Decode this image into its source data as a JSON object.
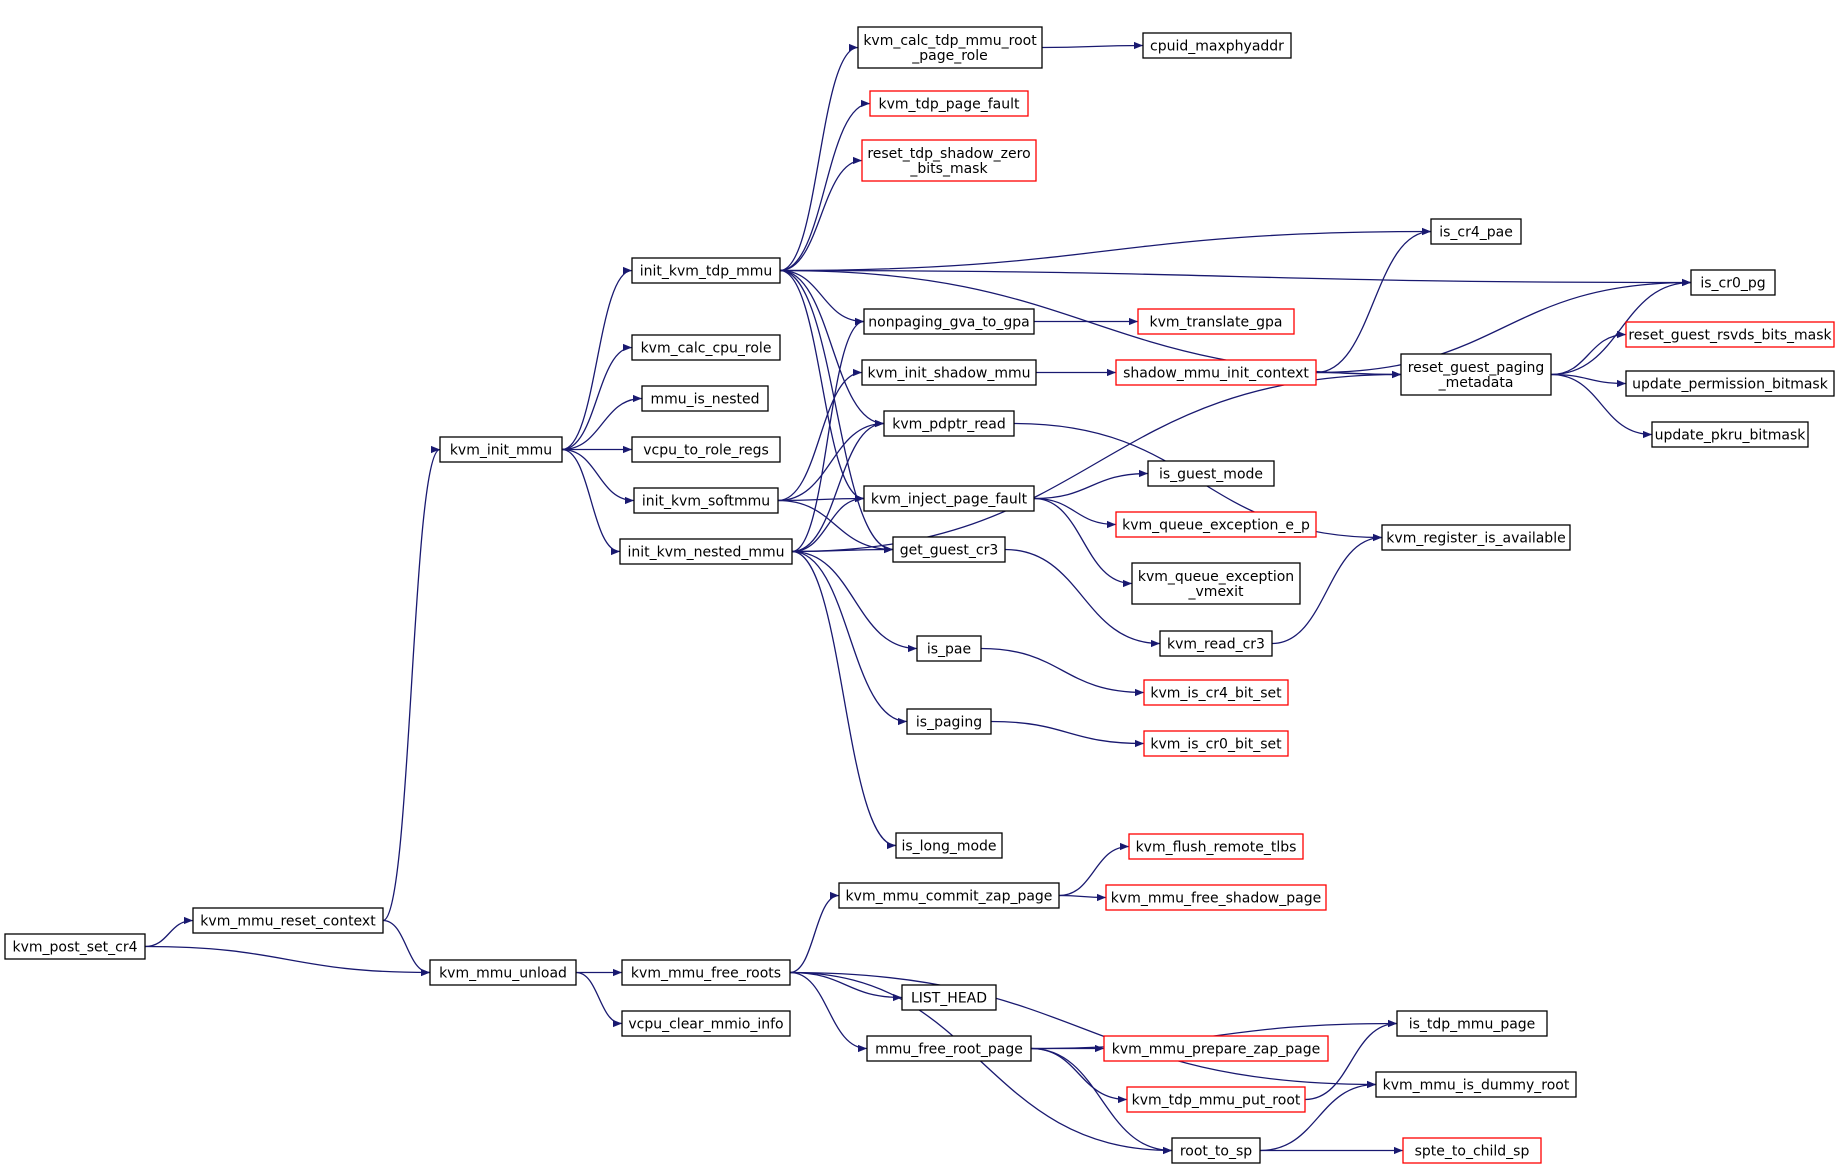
{
  "colors": {
    "edge": "#191970",
    "node_border": "#000000",
    "node_truncated_border": "#ff0000",
    "root_fill": "#bfbfbf",
    "background": "#ffffff"
  },
  "nodes": [
    {
      "id": "kvm_post_set_cr4",
      "lines": [
        "kvm_post_set_cr4"
      ],
      "style": "root"
    },
    {
      "id": "kvm_mmu_reset_context",
      "lines": [
        "kvm_mmu_reset_context"
      ],
      "style": "normal"
    },
    {
      "id": "kvm_init_mmu",
      "lines": [
        "kvm_init_mmu"
      ],
      "style": "normal"
    },
    {
      "id": "kvm_mmu_unload",
      "lines": [
        "kvm_mmu_unload"
      ],
      "style": "normal"
    },
    {
      "id": "init_kvm_tdp_mmu",
      "lines": [
        "init_kvm_tdp_mmu"
      ],
      "style": "normal"
    },
    {
      "id": "kvm_calc_cpu_role",
      "lines": [
        "kvm_calc_cpu_role"
      ],
      "style": "normal"
    },
    {
      "id": "mmu_is_nested",
      "lines": [
        "mmu_is_nested"
      ],
      "style": "normal"
    },
    {
      "id": "vcpu_to_role_regs",
      "lines": [
        "vcpu_to_role_regs"
      ],
      "style": "normal"
    },
    {
      "id": "init_kvm_softmmu",
      "lines": [
        "init_kvm_softmmu"
      ],
      "style": "normal"
    },
    {
      "id": "init_kvm_nested_mmu",
      "lines": [
        "init_kvm_nested_mmu"
      ],
      "style": "normal"
    },
    {
      "id": "kvm_mmu_free_roots",
      "lines": [
        "kvm_mmu_free_roots"
      ],
      "style": "normal"
    },
    {
      "id": "vcpu_clear_mmio_info",
      "lines": [
        "vcpu_clear_mmio_info"
      ],
      "style": "normal"
    },
    {
      "id": "kvm_calc_tdp_mmu_root_page_role",
      "lines": [
        "kvm_calc_tdp_mmu_root",
        "_page_role"
      ],
      "style": "normal"
    },
    {
      "id": "kvm_tdp_page_fault",
      "lines": [
        "kvm_tdp_page_fault"
      ],
      "style": "truncated"
    },
    {
      "id": "reset_tdp_shadow_zero_bits_mask",
      "lines": [
        "reset_tdp_shadow_zero",
        "_bits_mask"
      ],
      "style": "truncated"
    },
    {
      "id": "nonpaging_gva_to_gpa",
      "lines": [
        "nonpaging_gva_to_gpa"
      ],
      "style": "normal"
    },
    {
      "id": "kvm_init_shadow_mmu",
      "lines": [
        "kvm_init_shadow_mmu"
      ],
      "style": "normal"
    },
    {
      "id": "kvm_pdptr_read",
      "lines": [
        "kvm_pdptr_read"
      ],
      "style": "normal"
    },
    {
      "id": "kvm_inject_page_fault",
      "lines": [
        "kvm_inject_page_fault"
      ],
      "style": "normal"
    },
    {
      "id": "get_guest_cr3",
      "lines": [
        "get_guest_cr3"
      ],
      "style": "normal"
    },
    {
      "id": "is_pae",
      "lines": [
        "is_pae"
      ],
      "style": "normal"
    },
    {
      "id": "is_paging",
      "lines": [
        "is_paging"
      ],
      "style": "normal"
    },
    {
      "id": "is_long_mode",
      "lines": [
        "is_long_mode"
      ],
      "style": "normal"
    },
    {
      "id": "kvm_mmu_commit_zap_page",
      "lines": [
        "kvm_mmu_commit_zap_page"
      ],
      "style": "normal"
    },
    {
      "id": "LIST_HEAD",
      "lines": [
        "LIST_HEAD"
      ],
      "style": "normal"
    },
    {
      "id": "mmu_free_root_page",
      "lines": [
        "mmu_free_root_page"
      ],
      "style": "normal"
    },
    {
      "id": "cpuid_maxphyaddr",
      "lines": [
        "cpuid_maxphyaddr"
      ],
      "style": "normal"
    },
    {
      "id": "kvm_translate_gpa",
      "lines": [
        "kvm_translate_gpa"
      ],
      "style": "truncated"
    },
    {
      "id": "shadow_mmu_init_context",
      "lines": [
        "shadow_mmu_init_context"
      ],
      "style": "truncated"
    },
    {
      "id": "is_guest_mode",
      "lines": [
        "is_guest_mode"
      ],
      "style": "normal"
    },
    {
      "id": "kvm_queue_exception_e_p",
      "lines": [
        "kvm_queue_exception_e_p"
      ],
      "style": "truncated"
    },
    {
      "id": "kvm_queue_exception_vmexit",
      "lines": [
        "kvm_queue_exception",
        "_vmexit"
      ],
      "style": "normal"
    },
    {
      "id": "kvm_read_cr3",
      "lines": [
        "kvm_read_cr3"
      ],
      "style": "normal"
    },
    {
      "id": "kvm_is_cr4_bit_set",
      "lines": [
        "kvm_is_cr4_bit_set"
      ],
      "style": "truncated"
    },
    {
      "id": "kvm_is_cr0_bit_set",
      "lines": [
        "kvm_is_cr0_bit_set"
      ],
      "style": "truncated"
    },
    {
      "id": "kvm_flush_remote_tlbs",
      "lines": [
        "kvm_flush_remote_tlbs"
      ],
      "style": "truncated"
    },
    {
      "id": "kvm_mmu_free_shadow_page",
      "lines": [
        "kvm_mmu_free_shadow_page"
      ],
      "style": "truncated"
    },
    {
      "id": "kvm_mmu_prepare_zap_page",
      "lines": [
        "kvm_mmu_prepare_zap_page"
      ],
      "style": "truncated"
    },
    {
      "id": "kvm_tdp_mmu_put_root",
      "lines": [
        "kvm_tdp_mmu_put_root"
      ],
      "style": "truncated"
    },
    {
      "id": "root_to_sp",
      "lines": [
        "root_to_sp"
      ],
      "style": "normal"
    },
    {
      "id": "is_cr4_pae",
      "lines": [
        "is_cr4_pae"
      ],
      "style": "normal"
    },
    {
      "id": "reset_guest_paging_metadata",
      "lines": [
        "reset_guest_paging",
        "_metadata"
      ],
      "style": "normal"
    },
    {
      "id": "kvm_register_is_available",
      "lines": [
        "kvm_register_is_available"
      ],
      "style": "normal"
    },
    {
      "id": "is_tdp_mmu_page",
      "lines": [
        "is_tdp_mmu_page"
      ],
      "style": "normal"
    },
    {
      "id": "kvm_mmu_is_dummy_root",
      "lines": [
        "kvm_mmu_is_dummy_root"
      ],
      "style": "normal"
    },
    {
      "id": "spte_to_child_sp",
      "lines": [
        "spte_to_child_sp"
      ],
      "style": "truncated"
    },
    {
      "id": "is_cr0_pg",
      "lines": [
        "is_cr0_pg"
      ],
      "style": "normal"
    },
    {
      "id": "reset_guest_rsvds_bits_mask",
      "lines": [
        "reset_guest_rsvds_bits_mask"
      ],
      "style": "truncated"
    },
    {
      "id": "update_permission_bitmask",
      "lines": [
        "update_permission_bitmask"
      ],
      "style": "normal"
    },
    {
      "id": "update_pkru_bitmask",
      "lines": [
        "update_pkru_bitmask"
      ],
      "style": "normal"
    }
  ],
  "edges": [
    [
      "kvm_post_set_cr4",
      "kvm_mmu_reset_context"
    ],
    [
      "kvm_post_set_cr4",
      "kvm_mmu_unload"
    ],
    [
      "kvm_mmu_reset_context",
      "kvm_init_mmu"
    ],
    [
      "kvm_mmu_reset_context",
      "kvm_mmu_unload"
    ],
    [
      "kvm_init_mmu",
      "init_kvm_tdp_mmu"
    ],
    [
      "kvm_init_mmu",
      "kvm_calc_cpu_role"
    ],
    [
      "kvm_init_mmu",
      "mmu_is_nested"
    ],
    [
      "kvm_init_mmu",
      "vcpu_to_role_regs"
    ],
    [
      "kvm_init_mmu",
      "init_kvm_softmmu"
    ],
    [
      "kvm_init_mmu",
      "init_kvm_nested_mmu"
    ],
    [
      "kvm_mmu_unload",
      "kvm_mmu_free_roots"
    ],
    [
      "kvm_mmu_unload",
      "vcpu_clear_mmio_info"
    ],
    [
      "init_kvm_tdp_mmu",
      "kvm_calc_tdp_mmu_root_page_role"
    ],
    [
      "init_kvm_tdp_mmu",
      "kvm_tdp_page_fault"
    ],
    [
      "init_kvm_tdp_mmu",
      "reset_tdp_shadow_zero_bits_mask"
    ],
    [
      "init_kvm_tdp_mmu",
      "is_cr0_pg"
    ],
    [
      "init_kvm_tdp_mmu",
      "is_cr4_pae"
    ],
    [
      "init_kvm_tdp_mmu",
      "reset_guest_paging_metadata"
    ],
    [
      "init_kvm_tdp_mmu",
      "nonpaging_gva_to_gpa"
    ],
    [
      "init_kvm_tdp_mmu",
      "kvm_pdptr_read"
    ],
    [
      "init_kvm_tdp_mmu",
      "kvm_inject_page_fault"
    ],
    [
      "init_kvm_tdp_mmu",
      "get_guest_cr3"
    ],
    [
      "init_kvm_softmmu",
      "kvm_init_shadow_mmu"
    ],
    [
      "init_kvm_softmmu",
      "kvm_pdptr_read"
    ],
    [
      "init_kvm_softmmu",
      "kvm_inject_page_fault"
    ],
    [
      "init_kvm_softmmu",
      "get_guest_cr3"
    ],
    [
      "init_kvm_nested_mmu",
      "nonpaging_gva_to_gpa"
    ],
    [
      "init_kvm_nested_mmu",
      "kvm_pdptr_read"
    ],
    [
      "init_kvm_nested_mmu",
      "kvm_inject_page_fault"
    ],
    [
      "init_kvm_nested_mmu",
      "get_guest_cr3"
    ],
    [
      "init_kvm_nested_mmu",
      "is_pae"
    ],
    [
      "init_kvm_nested_mmu",
      "is_paging"
    ],
    [
      "init_kvm_nested_mmu",
      "is_long_mode"
    ],
    [
      "init_kvm_nested_mmu",
      "reset_guest_paging_metadata"
    ],
    [
      "kvm_calc_tdp_mmu_root_page_role",
      "cpuid_maxphyaddr"
    ],
    [
      "nonpaging_gva_to_gpa",
      "kvm_translate_gpa"
    ],
    [
      "kvm_init_shadow_mmu",
      "shadow_mmu_init_context"
    ],
    [
      "shadow_mmu_init_context",
      "is_cr4_pae"
    ],
    [
      "shadow_mmu_init_context",
      "is_cr0_pg"
    ],
    [
      "shadow_mmu_init_context",
      "reset_guest_paging_metadata"
    ],
    [
      "reset_guest_paging_metadata",
      "is_cr0_pg"
    ],
    [
      "reset_guest_paging_metadata",
      "reset_guest_rsvds_bits_mask"
    ],
    [
      "reset_guest_paging_metadata",
      "update_permission_bitmask"
    ],
    [
      "reset_guest_paging_metadata",
      "update_pkru_bitmask"
    ],
    [
      "kvm_pdptr_read",
      "kvm_register_is_available"
    ],
    [
      "kvm_inject_page_fault",
      "is_guest_mode"
    ],
    [
      "kvm_inject_page_fault",
      "kvm_queue_exception_e_p"
    ],
    [
      "kvm_inject_page_fault",
      "kvm_queue_exception_vmexit"
    ],
    [
      "get_guest_cr3",
      "kvm_read_cr3"
    ],
    [
      "kvm_read_cr3",
      "kvm_register_is_available"
    ],
    [
      "is_pae",
      "kvm_is_cr4_bit_set"
    ],
    [
      "is_paging",
      "kvm_is_cr0_bit_set"
    ],
    [
      "kvm_mmu_free_roots",
      "kvm_mmu_commit_zap_page"
    ],
    [
      "kvm_mmu_free_roots",
      "LIST_HEAD"
    ],
    [
      "kvm_mmu_free_roots",
      "mmu_free_root_page"
    ],
    [
      "kvm_mmu_free_roots",
      "kvm_mmu_is_dummy_root"
    ],
    [
      "kvm_mmu_free_roots",
      "root_to_sp"
    ],
    [
      "kvm_mmu_commit_zap_page",
      "kvm_flush_remote_tlbs"
    ],
    [
      "kvm_mmu_commit_zap_page",
      "kvm_mmu_free_shadow_page"
    ],
    [
      "mmu_free_root_page",
      "is_tdp_mmu_page"
    ],
    [
      "mmu_free_root_page",
      "kvm_mmu_prepare_zap_page"
    ],
    [
      "mmu_free_root_page",
      "kvm_tdp_mmu_put_root"
    ],
    [
      "mmu_free_root_page",
      "root_to_sp"
    ],
    [
      "kvm_tdp_mmu_put_root",
      "is_tdp_mmu_page"
    ],
    [
      "root_to_sp",
      "kvm_mmu_is_dummy_root"
    ],
    [
      "root_to_sp",
      "spte_to_child_sp"
    ]
  ]
}
